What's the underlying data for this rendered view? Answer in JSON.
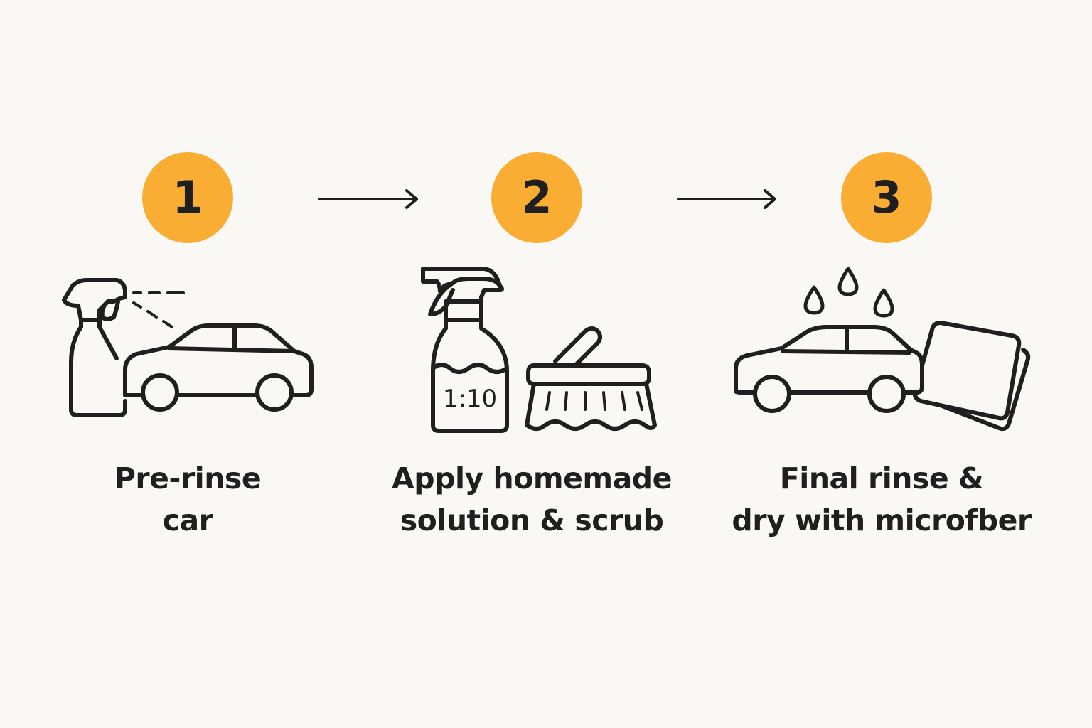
{
  "steps": [
    {
      "number": "1",
      "caption_lines": [
        "Pre-rinse",
        "car"
      ],
      "icons": [
        "spray-bottle-icon",
        "car-icon"
      ]
    },
    {
      "number": "2",
      "caption_lines": [
        "Apply homemade",
        "solution & scrub"
      ],
      "icons": [
        "spray-bottle-icon",
        "scrub-brush-icon"
      ],
      "bottle_label": "1:10"
    },
    {
      "number": "3",
      "caption_lines": [
        "Final rinse &",
        "dry with microfber"
      ],
      "icons": [
        "water-drops-icon",
        "car-icon",
        "microfiber-towel-icon"
      ]
    }
  ],
  "colors": {
    "background": "#f9f8f5",
    "accent": "#f9ad33",
    "ink": "#1f1f1f"
  }
}
